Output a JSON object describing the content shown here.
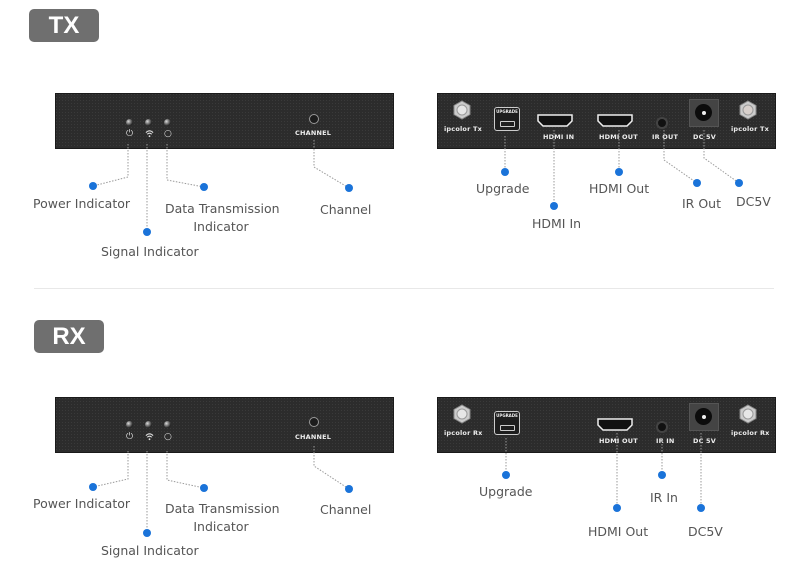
{
  "sections": {
    "tx": {
      "badge": "TX",
      "front": {
        "channel_panel_label": "CHANNEL",
        "labels": {
          "power": "Power Indicator",
          "signal": "Signal Indicator",
          "data_line1": "Data Transmission",
          "data_line2": "Indicator",
          "channel": "Channel"
        }
      },
      "back": {
        "antenna_left": "ipcolor Tx",
        "antenna_right": "ipcolor Tx",
        "upgrade_port": "UPGRADE",
        "hdmi_in_port": "HDMI IN",
        "hdmi_out_port": "HDMI OUT",
        "ir_port": "IR OUT",
        "dc_port": "DC 5V",
        "labels": {
          "upgrade": "Upgrade",
          "hdmi_in": "HDMI In",
          "hdmi_out": "HDMI Out",
          "ir": "IR Out",
          "dc": "DC5V"
        }
      }
    },
    "rx": {
      "badge": "RX",
      "front": {
        "channel_panel_label": "CHANNEL",
        "labels": {
          "power": "Power Indicator",
          "signal": "Signal Indicator",
          "data_line1": "Data Transmission",
          "data_line2": "Indicator",
          "channel": "Channel"
        }
      },
      "back": {
        "antenna_left": "ipcolor Rx",
        "antenna_right": "ipcolor Rx",
        "upgrade_port": "UPGRADE",
        "hdmi_out_port": "HDMI OUT",
        "ir_port": "IR IN",
        "dc_port": "DC 5V",
        "labels": {
          "upgrade": "Upgrade",
          "hdmi_out": "HDMI Out",
          "ir": "IR In",
          "dc": "DC5V"
        }
      }
    }
  },
  "colors": {
    "badge": "#6f6f6f",
    "panel": "#2c2c2c",
    "dot": "#1a73d9",
    "label_text": "#555555"
  }
}
